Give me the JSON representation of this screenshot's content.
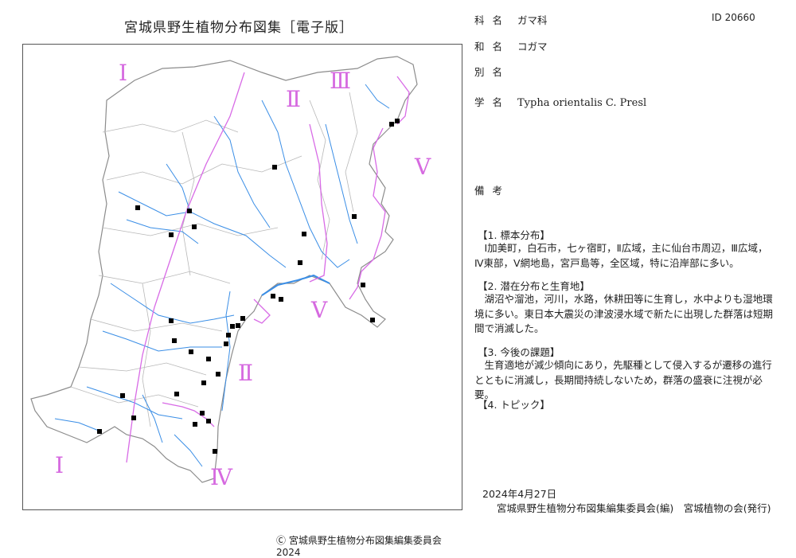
{
  "map": {
    "title": "宮城県野生植物分布図集［電子版］",
    "copyright": "Ⓒ 宮城県野生植物分布図集編集委員会　2024",
    "region_labels": [
      "Ⅰ",
      "Ⅱ",
      "Ⅲ",
      "Ⅴ",
      "Ⅴ",
      "Ⅱ",
      "Ⅰ",
      "Ⅳ"
    ],
    "colors": {
      "river": "#3a8ee6",
      "boundary": "#d86be6",
      "outline": "#888888",
      "marker": "#000000"
    }
  },
  "fields": {
    "family_label": "科名",
    "family_value": "ガマ科",
    "id_text": "ID 20660",
    "japanese_label": "和名",
    "japanese_value": "コガマ",
    "alt_label": "別名",
    "alt_value": "",
    "scientific_label": "学名",
    "scientific_value": "Typha orientalis C. Presl",
    "notes_label": "備考",
    "notes_value": ""
  },
  "sections": [
    {
      "heading": "【1. 標本分布】",
      "body": "　Ⅰ加美町，白石市，七ヶ宿町，Ⅱ広域，主に仙台市周辺，Ⅲ広域，Ⅳ東部，Ⅴ網地島，宮戸島等，全区域，特に沿岸部に多い。"
    },
    {
      "heading": "【2. 潜在分布と生育地】",
      "body": "　湖沼や溜池，河川，水路，休耕田等に生育し，水中よりも湿地環境に多い。東日本大震災の津波浸水域で新たに出現した群落は短期間で消滅した。"
    },
    {
      "heading": "【3. 今後の課題】",
      "body": "　生育適地が減少傾向にあり，先駆種として侵入するが遷移の進行とともに消滅し，長期間持続しないため，群落の盛衰に注視が必要。"
    },
    {
      "heading": "【4. トピック】",
      "body": ""
    }
  ],
  "footer": {
    "date": "2024年4月27日",
    "publisher": "宮城県野生植物分布図集編集委員会(編)　宮城植物の会(発行)"
  }
}
